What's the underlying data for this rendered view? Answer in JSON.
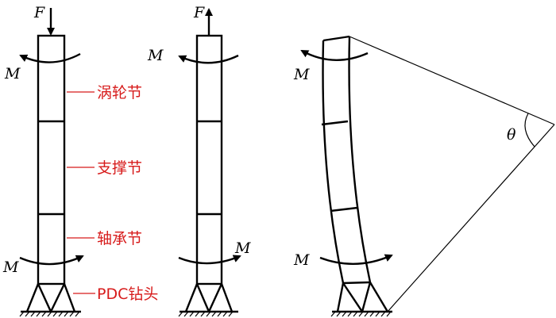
{
  "labels": {
    "force": "F",
    "moment": "M",
    "angle": "θ",
    "turbine_section": "涡轮节",
    "support_section": "支撑节",
    "bearing_section": "轴承节",
    "pdc_bit": "PDC钻头"
  },
  "colors": {
    "line": "#000000",
    "annotation": "#d71b1b"
  }
}
